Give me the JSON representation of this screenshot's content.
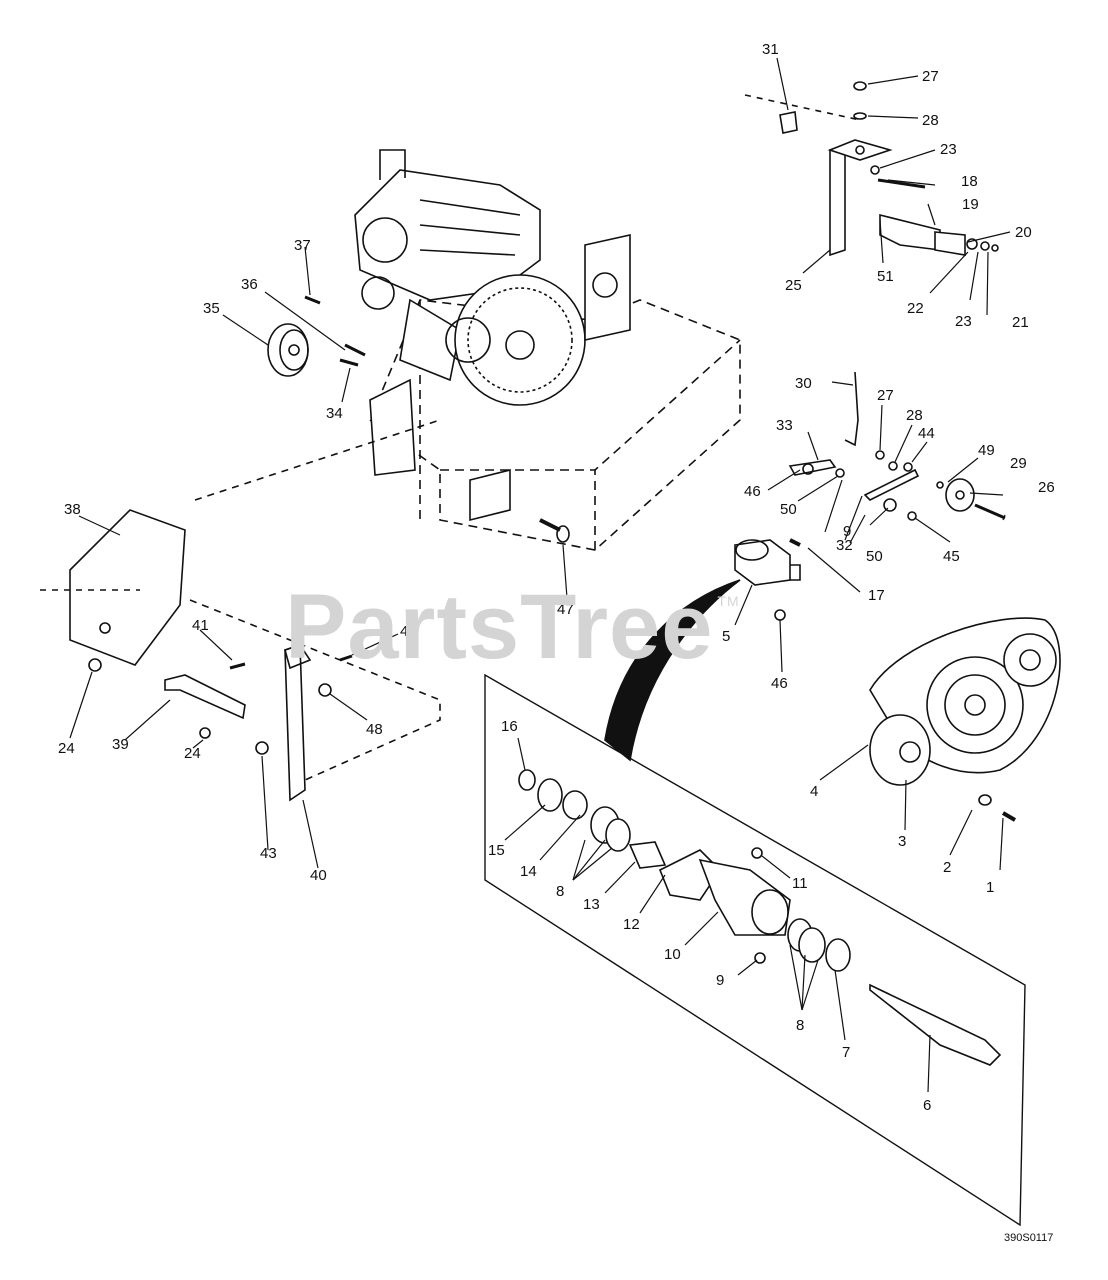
{
  "watermark": {
    "text": "PartsTree",
    "mark": "TM"
  },
  "drawing_code": "390S0117",
  "callouts": [
    "1",
    "2",
    "3",
    "4",
    "5",
    "6",
    "7",
    "8",
    "8",
    "9",
    "9",
    "10",
    "11",
    "12",
    "13",
    "14",
    "15",
    "16",
    "17",
    "18",
    "19",
    "20",
    "21",
    "22",
    "23",
    "23",
    "24",
    "24",
    "25",
    "26",
    "27",
    "27",
    "28",
    "28",
    "29",
    "30",
    "31",
    "32",
    "33",
    "34",
    "35",
    "36",
    "37",
    "38",
    "39",
    "40",
    "41",
    "42",
    "43",
    "44",
    "45",
    "46",
    "46",
    "47",
    "48",
    "49",
    "50",
    "50",
    "51"
  ]
}
